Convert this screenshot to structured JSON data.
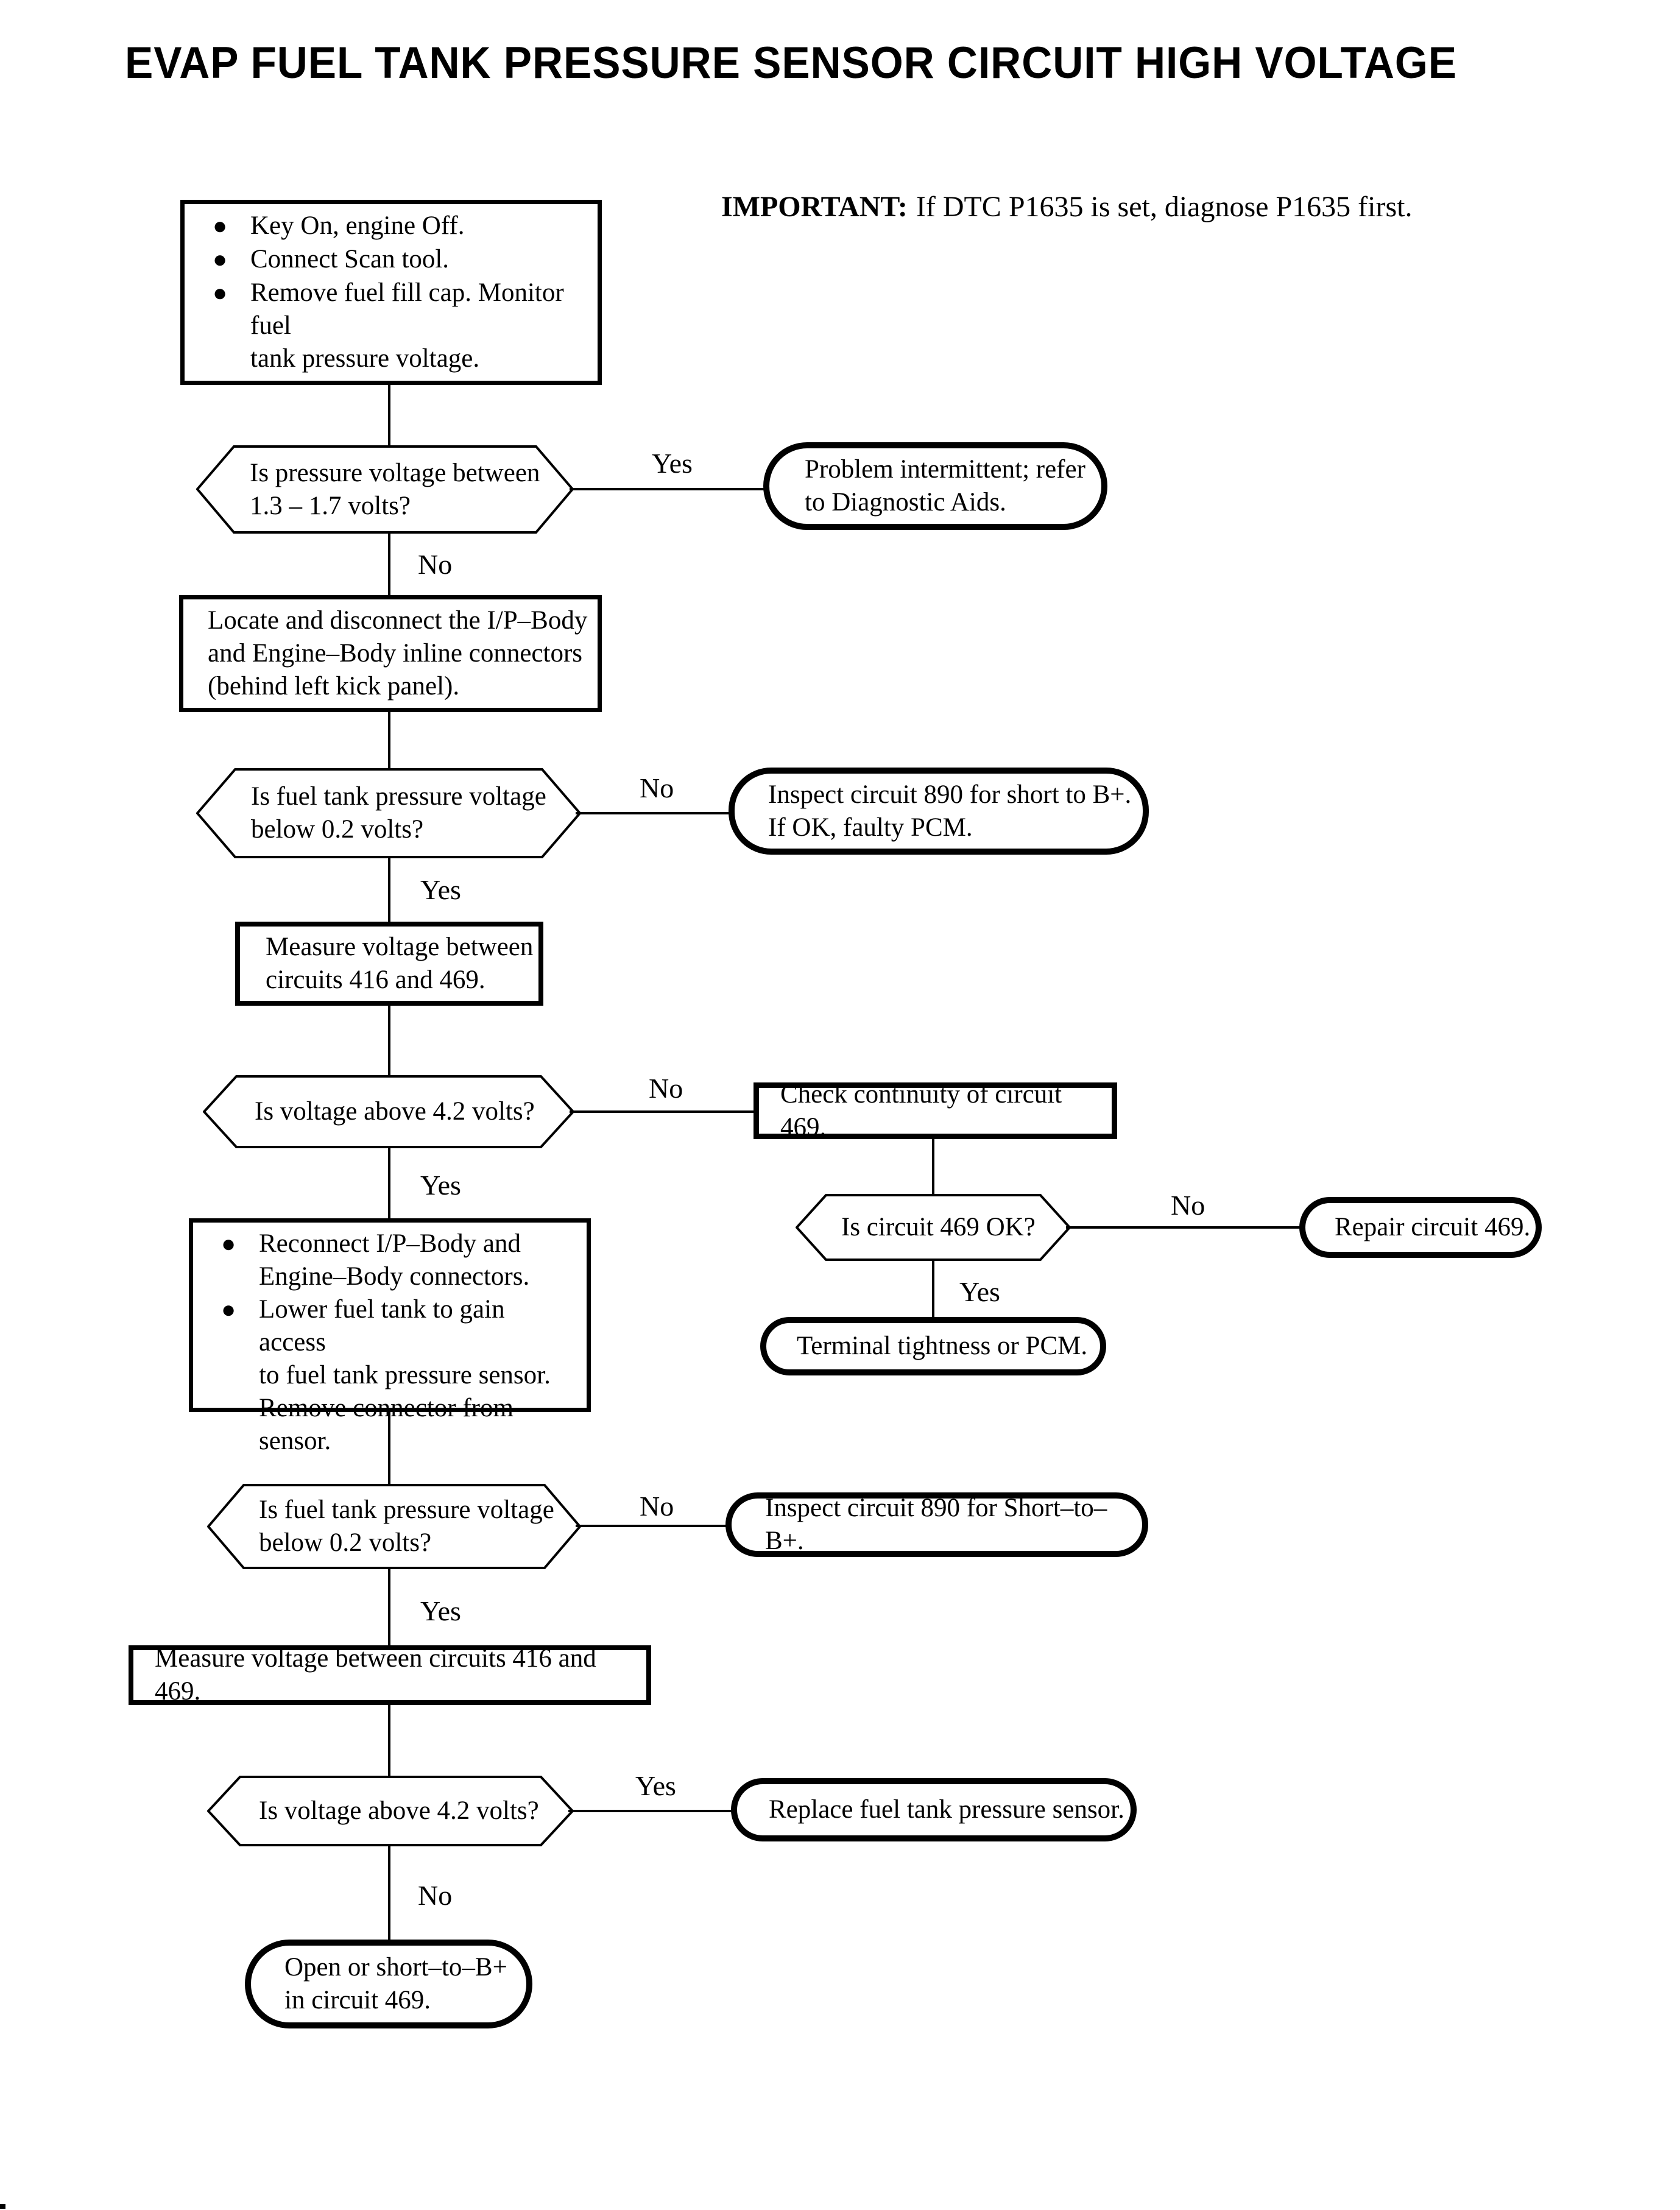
{
  "page": {
    "title": "EVAP FUEL TANK PRESSURE SENSOR CIRCUIT HIGH VOLTAGE",
    "important_label": "IMPORTANT:",
    "important_text": "If DTC P1635 is set, diagnose P1635 first."
  },
  "labels": {
    "yes": "Yes",
    "no": "No"
  },
  "nodes": {
    "start": {
      "type": "process",
      "bullets": [
        [
          "Key On, engine Off."
        ],
        [
          "Connect Scan tool."
        ],
        [
          "Remove fuel fill cap. Monitor fuel",
          "tank pressure voltage."
        ]
      ]
    },
    "d1": {
      "type": "decision",
      "lines": [
        "Is pressure voltage between",
        "1.3 – 1.7 volts?"
      ]
    },
    "t1": {
      "type": "terminal",
      "lines": [
        "Problem intermittent; refer",
        "to Diagnostic Aids."
      ]
    },
    "p2": {
      "type": "process",
      "lines": [
        "Locate and disconnect the I/P–Body",
        "and Engine–Body inline connectors",
        "(behind left kick panel)."
      ]
    },
    "d2": {
      "type": "decision",
      "lines": [
        "Is fuel tank pressure voltage",
        "below 0.2 volts?"
      ]
    },
    "t2": {
      "type": "terminal",
      "lines": [
        "Inspect circuit 890 for short to B+.",
        "If OK, faulty PCM."
      ]
    },
    "p3": {
      "type": "process",
      "lines": [
        "Measure voltage between",
        "circuits 416 and 469."
      ]
    },
    "d3": {
      "type": "decision",
      "text": "Is voltage above 4.2 volts?"
    },
    "p4": {
      "type": "process",
      "text": "Check continuity of circuit 469."
    },
    "d4": {
      "type": "decision",
      "text": "Is circuit 469 OK?"
    },
    "t3": {
      "type": "terminal",
      "text": "Repair circuit 469."
    },
    "t4": {
      "type": "terminal",
      "text": "Terminal tightness or PCM."
    },
    "p5": {
      "type": "process",
      "bullets": [
        [
          "Reconnect I/P–Body and",
          "Engine–Body connectors."
        ],
        [
          "Lower fuel tank to gain access",
          "to fuel tank pressure sensor.",
          "Remove connector from sensor."
        ]
      ]
    },
    "d5": {
      "type": "decision",
      "lines": [
        "Is fuel tank pressure voltage",
        "below 0.2 volts?"
      ]
    },
    "t5": {
      "type": "terminal",
      "text": "Inspect circuit 890 for Short–to–B+."
    },
    "p6": {
      "type": "process",
      "text": "Measure voltage between circuits 416 and 469."
    },
    "d6": {
      "type": "decision",
      "text": "Is voltage above 4.2 volts?"
    },
    "t6": {
      "type": "terminal",
      "text": "Replace fuel tank pressure sensor."
    },
    "t7": {
      "type": "terminal",
      "lines": [
        "Open or short–to–B+",
        "in circuit 469."
      ]
    }
  }
}
